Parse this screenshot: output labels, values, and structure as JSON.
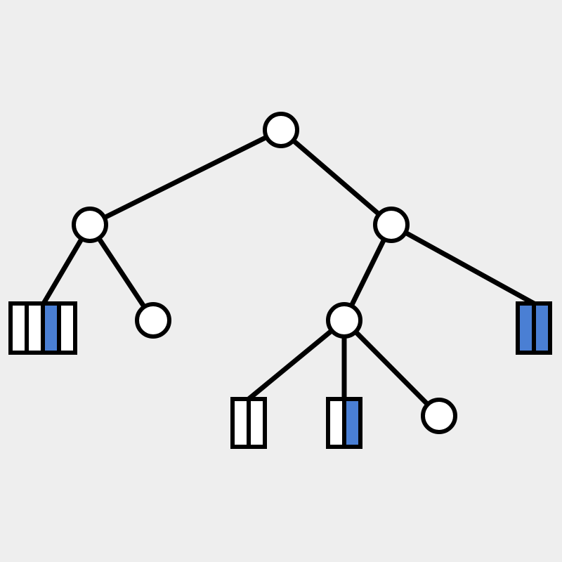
{
  "colors": {
    "background": "#eeeeee",
    "line": "#000000",
    "empty_slot": "#ffffff",
    "filled_slot": "#4a7fd4"
  },
  "tree": {
    "root": {
      "type": "internal",
      "children": [
        {
          "type": "internal",
          "children": [
            {
              "type": "leaf",
              "slots": [
                false,
                false,
                true,
                false
              ]
            },
            {
              "type": "internal",
              "children": []
            }
          ]
        },
        {
          "type": "internal",
          "children": [
            {
              "type": "internal",
              "children": [
                {
                  "type": "leaf",
                  "slots": [
                    false,
                    false
                  ]
                },
                {
                  "type": "leaf",
                  "slots": [
                    false,
                    true
                  ]
                },
                {
                  "type": "internal",
                  "children": []
                }
              ]
            },
            {
              "type": "leaf",
              "slots": [
                true,
                true
              ]
            }
          ]
        }
      ]
    }
  }
}
